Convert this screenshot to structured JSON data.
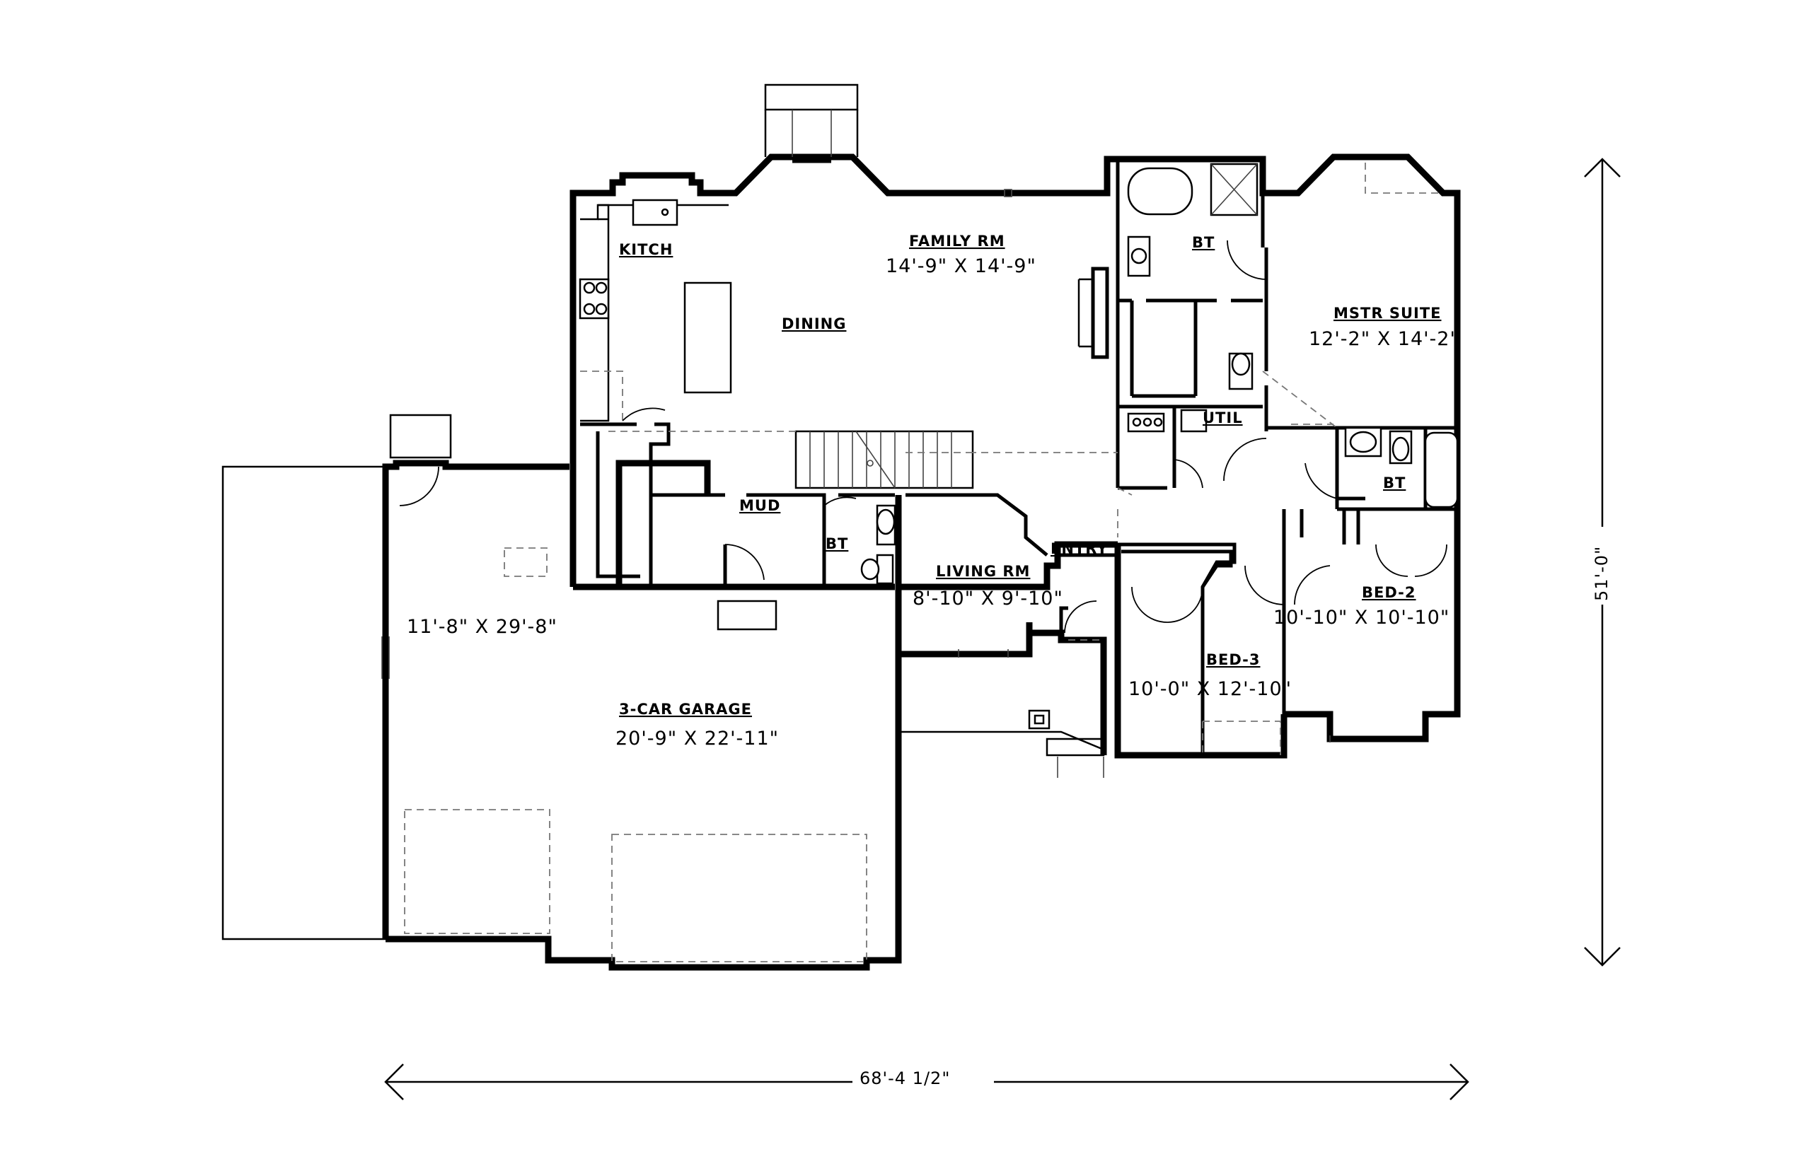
{
  "colors": {
    "ink": "#000000",
    "background": "#ffffff",
    "dashed": "#777777"
  },
  "rooms": {
    "kitchen": {
      "label": "KITCH"
    },
    "dining": {
      "label": "DINING"
    },
    "family": {
      "label": "FAMILY RM",
      "size": "14'-9\" X 14'-9\""
    },
    "master": {
      "label": "MSTR SUITE",
      "size": "12'-2\" X 14'-2\""
    },
    "bath_master": {
      "label": "BT"
    },
    "util": {
      "label": "UTIL"
    },
    "bath2": {
      "label": "BT"
    },
    "mud": {
      "label": "MUD"
    },
    "bath_mud": {
      "label": "BT"
    },
    "living": {
      "label": "LIVING RM",
      "size": "8'-10\" X 9'-10\""
    },
    "entry": {
      "label": "ENTRY"
    },
    "bed2": {
      "label": "BED-2",
      "size": "10'-10\" X 10'-10\""
    },
    "bed3": {
      "label": "BED-3",
      "size": "10'-0\" X 12'-10\""
    },
    "garage": {
      "label": "3-CAR GARAGE",
      "size": "20'-9\" X 22'-11\""
    },
    "garage_bay": {
      "size": "11'-8\" X 29'-8\""
    }
  },
  "overall": {
    "width": "68'-4 1/2\"",
    "depth": "51'-0\""
  }
}
